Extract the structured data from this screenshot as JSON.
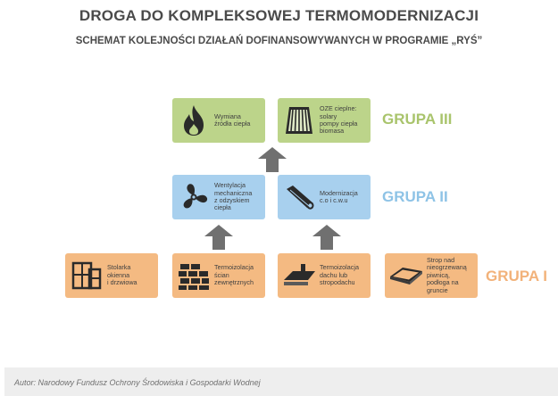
{
  "title": "DROGA DO KOMPLEKSOWEJ TERMOMODERNIZACJI",
  "subtitle": "SCHEMAT KOLEJNOŚCI DZIAŁAŃ DOFINANSOWYWANYCH W PROGRAMIE „RYŚ”",
  "groups": {
    "g3": "GRUPA III",
    "g2": "GRUPA II",
    "g1": "GRUPA I"
  },
  "colors": {
    "group3": "#a9c46c",
    "group2": "#8ec3e6",
    "group1": "#f2b27a"
  },
  "boxes": {
    "heat_source": {
      "label": "Wymiana\nźródła ciepła",
      "icon": "flame-icon"
    },
    "oze": {
      "label": "OZE cieplne:\nsolary\npompy ciepła\nbiomasa",
      "icon": "solar-panel-icon"
    },
    "ventilation": {
      "label": "Wentylacja\nmechaniczna\nz odzyskiem\nciepła",
      "icon": "fan-icon"
    },
    "heating": {
      "label": "Modernizacja\nc.o i c.w.u",
      "icon": "pipe-icon"
    },
    "windows": {
      "label": "Stolarka\nokienna\ni drzwiowa",
      "icon": "window-icon"
    },
    "walls": {
      "label": "Termoizolacja\nścian\nzewnętrznych",
      "icon": "brick-wall-icon"
    },
    "roof": {
      "label": "Termoizolacja\ndachu lub\nstropodachu",
      "icon": "roof-icon"
    },
    "floor": {
      "label": "Strop nad\nnieogrzewaną\npiwnicą,\npodłoga na\ngruncie",
      "icon": "floor-slab-icon"
    }
  },
  "footer": "Autor: Narodowy Fundusz Ochrony Środowiska i Gospodarki Wodnej"
}
